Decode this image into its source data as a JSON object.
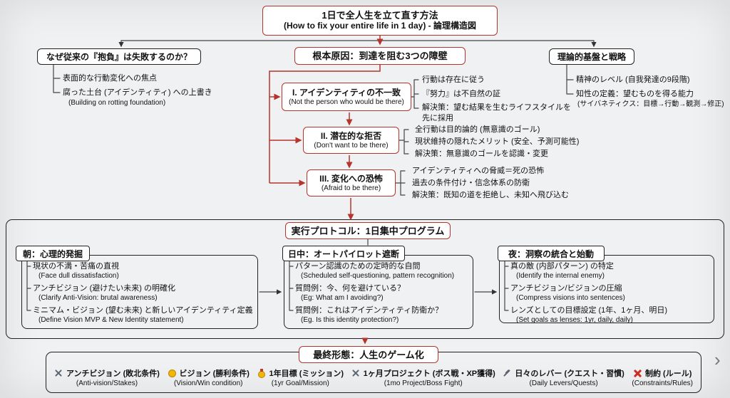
{
  "colors": {
    "accent_red": "#b5342c",
    "line_dark": "#444444"
  },
  "title": {
    "jp": "1日で全人生を立て直す方法",
    "en": "(How to fix your entire life in 1 day) - 論理構造図"
  },
  "left_branch": {
    "title": "なぜ従来の『抱負』は失敗するのか？",
    "items": [
      {
        "jp": "表面的な行動変化への焦点"
      },
      {
        "jp": "腐った土台 (アイデンティティ) への上書き",
        "en": "(Building on rotting foundation)"
      }
    ]
  },
  "right_branch": {
    "title": "理論的基盤と戦略",
    "items": [
      {
        "jp": "精神のレベル (自我発達の9段階)"
      },
      {
        "jp": "知性の定義：望むものを得る能力",
        "en": "(サイバネティクス：目標→行動→観測→修正)"
      }
    ]
  },
  "root_cause": {
    "title": "根本原因：到達を阻む3つの障壁",
    "barriers": [
      {
        "label": "I. アイデンティティの不一致",
        "en": "(Not the person who would be there)",
        "points": [
          "行動は存在に従う",
          "『努力』は不自然の証",
          "解決策：望む結果を生むライフスタイルを先に採用"
        ]
      },
      {
        "label": "II. 潜在的な拒否",
        "en": "(Don't want to be there)",
        "points": [
          "全行動は目的論的 (無意識のゴール)",
          "現状維持の隠れたメリット (安全、予測可能性)",
          "解決策：無意識のゴールを認識・変更"
        ]
      },
      {
        "label": "III. 変化への恐怖",
        "en": "(Afraid to be there)",
        "points": [
          "アイデンティティへの脅威＝死の恐怖",
          "過去の条件付け・信念体系の防衛",
          "解決策：既知の道を拒絶し、未知へ飛び込む"
        ]
      }
    ]
  },
  "protocol": {
    "title": "実行プロトコル：1日集中プログラム",
    "phases": [
      {
        "title": "朝：心理的発掘",
        "items": [
          {
            "jp": "現状の不満・苦痛の直視",
            "en": "(Face dull dissatisfaction)"
          },
          {
            "jp": "アンチビジョン (避けたい未来) の明確化",
            "en": "(Clarify Anti-Vision: brutal awareness)"
          },
          {
            "jp": "ミニマム・ビジョン (望む未来) と新しいアイデンティティ定義",
            "en": "(Define Vision MVP & New Identity statement)"
          }
        ]
      },
      {
        "title": "日中：オートパイロット遮断",
        "items": [
          {
            "jp": "パターン認識のための定時的な自問",
            "en": "(Scheduled self-questioning, pattern recognition)"
          },
          {
            "jp": "質問例：今、何を避けている？",
            "en": "(Eg: What am I avoiding?)"
          },
          {
            "jp": "質問例：これはアイデンティティ防衛か？",
            "en": "(Eg. Is this identity protection?)"
          }
        ]
      },
      {
        "title": "夜：洞察の統合と始動",
        "items": [
          {
            "jp": "真の敵 (内部パターン) の特定",
            "en": "(Identify the internal enemy)"
          },
          {
            "jp": "アンチビジョン/ビジョンの圧縮",
            "en": "(Compress visions into sentences)"
          },
          {
            "jp": "レンズとしての目標設定 (1年、1ヶ月、明日)",
            "en": "(Set goals as lenses: 1yr, daily, daily)"
          }
        ]
      }
    ]
  },
  "final": {
    "title": "最終形態：人生のゲーム化",
    "legend": [
      {
        "icon": "crossed-swords",
        "jp": "アンチビジョン (敗北条件)",
        "en": "(Anti-vision/Stakes)"
      },
      {
        "icon": "medal",
        "jp": "ビジョン (勝利条件)",
        "en": "(Vision/Win condition)"
      },
      {
        "icon": "military-medal",
        "jp": "1年目標 (ミッション)",
        "en": "(1yr Goal/Mission)"
      },
      {
        "icon": "crossed-swords",
        "jp": "1ヶ月プロジェクト (ボス戦・XP獲得)",
        "en": "(1mo Project/Boss Fight)"
      },
      {
        "icon": "dagger",
        "jp": "日々のレバー (クエスト・習慣)",
        "en": "(Daily Levers/Quests)"
      },
      {
        "icon": "cross-mark",
        "jp": "制約 (ルール)",
        "en": "(Constraints/Rules)"
      }
    ]
  },
  "chevron": "›"
}
